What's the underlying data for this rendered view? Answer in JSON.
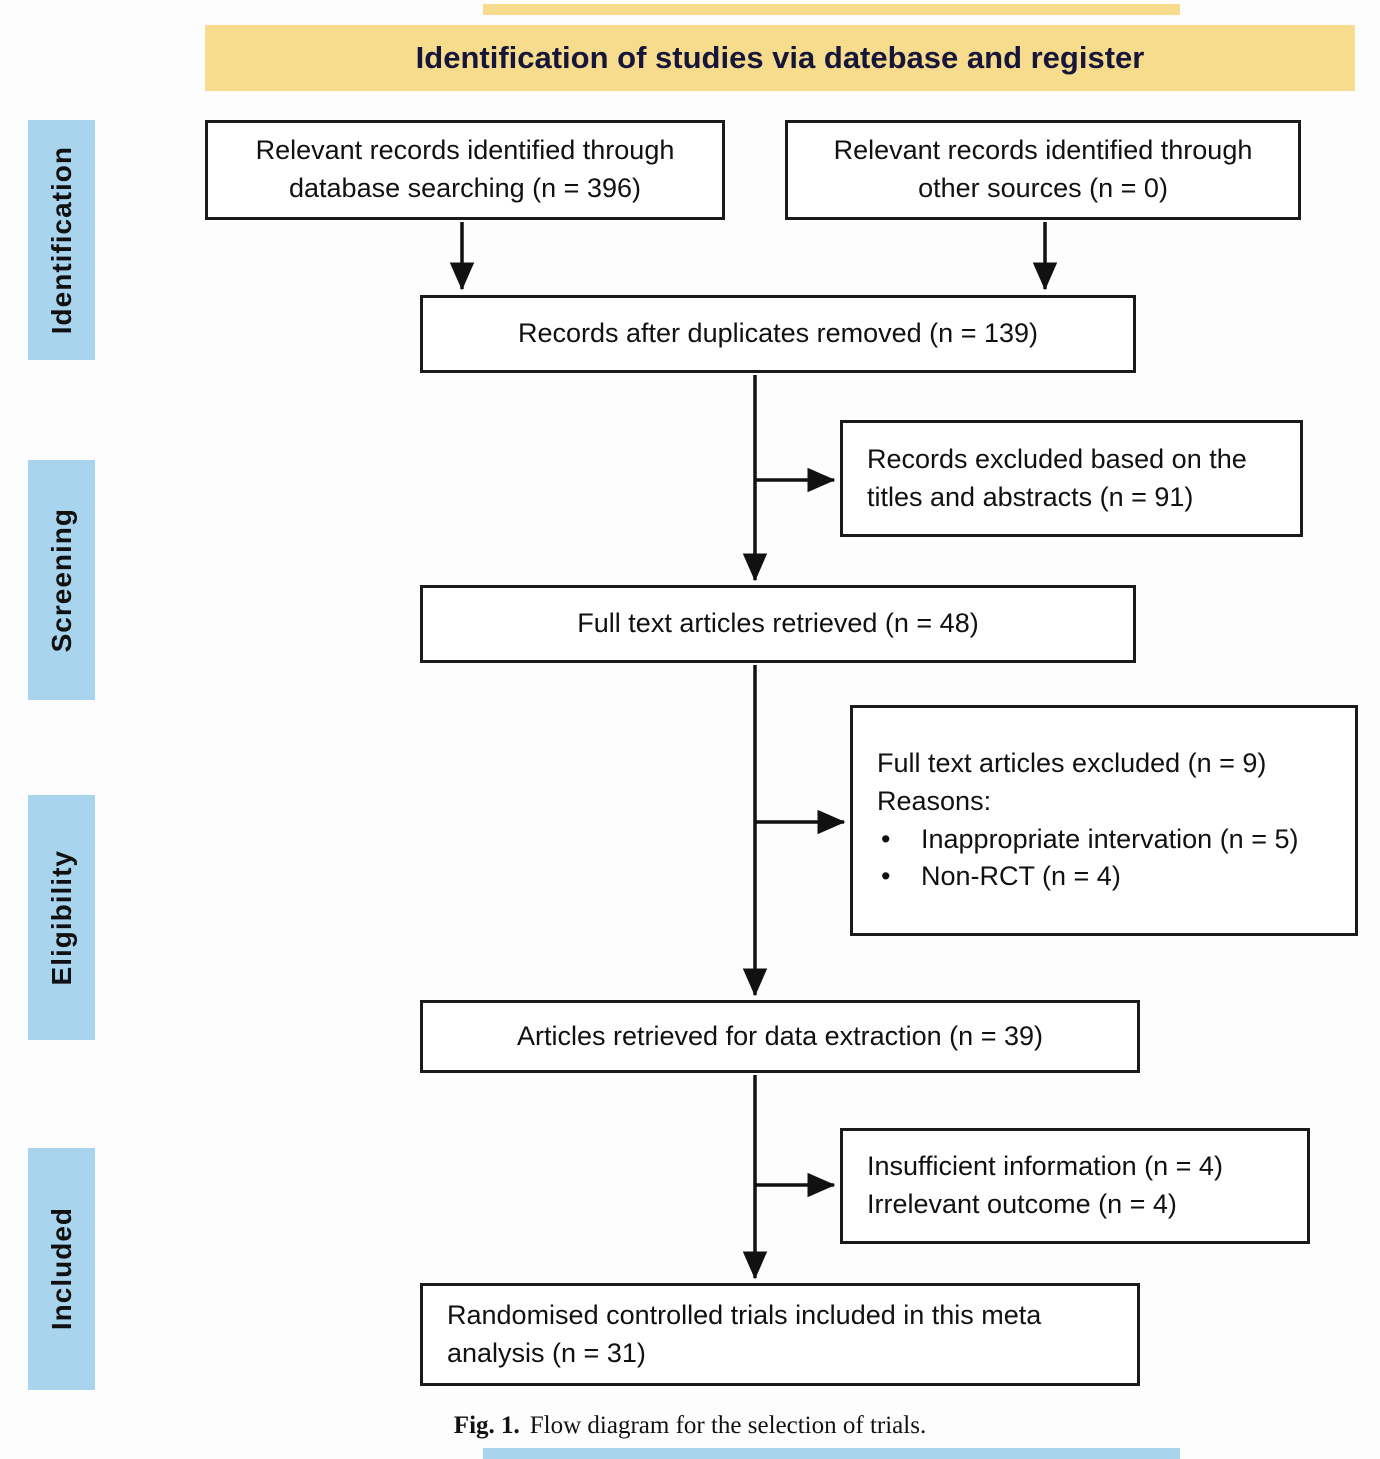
{
  "banner_title": "Identification of studies via datebase and register",
  "stages": {
    "identification": "Identification",
    "screening": "Screening",
    "eligibility": "Eligibility",
    "included": "Included"
  },
  "boxes": {
    "database_search": "Relevant records identified through database searching (n = 396)",
    "other_sources": "Relevant records identified through other sources (n = 0)",
    "duplicates_removed": "Records after duplicates removed (n = 139)",
    "excluded_titles_abstracts": "Records excluded based on the titles and abstracts (n = 91)",
    "full_text_retrieved": "Full text articles retrieved (n = 48)",
    "full_text_excluded_title": "Full text articles excluded (n = 9)",
    "full_text_excluded_reasons_label": "Reasons:",
    "full_text_excluded_reason_1": "Inappropriate intervation (n = 5)",
    "full_text_excluded_reason_2": "Non-RCT (n = 4)",
    "data_extraction": "Articles retrieved for data extraction (n = 39)",
    "insufficient_information": "Insufficient information (n = 4)",
    "irrelevant_outcome": "Irrelevant outcome (n = 4)",
    "included_trials": "Randomised controlled trials included in this meta analysis (n = 31)"
  },
  "caption": {
    "label": "Fig. 1.",
    "text": "Flow diagram for the selection of trials."
  },
  "colors": {
    "banner_bg": "#f8dc8d",
    "stage_bg": "#a9d4ee",
    "line": "#111111"
  }
}
